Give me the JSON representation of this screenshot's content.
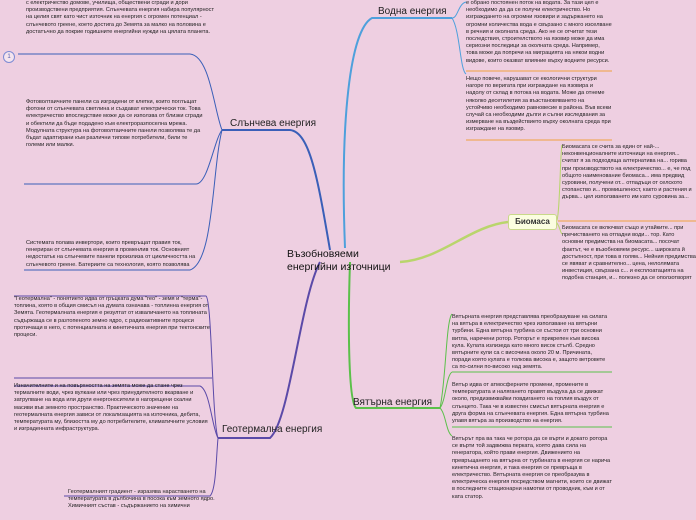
{
  "central": {
    "line1": "Възобновяеми",
    "line2": "енергийни източници"
  },
  "branches": {
    "water": "Водна енергия",
    "solar": "Слънчева енергия",
    "biomass": "Биомаса",
    "wind": "Вятърна енергия",
    "geo": "Геотермална енергия"
  },
  "collapse_marker": "1",
  "leaves": {
    "solar_top": "с електричество домове, училища, обществени сгради и дори производствени предприятия. Слънчевата енергия набира популярност на целия свят като чист източник на енергия с огромен потенциал - слънчевото греене, което достига до Земята за малко на половина е достатъчно да покрие годишните енергийни нужди на цялата планета.",
    "solar_mid": "Фотоволтаичните панели са изградени от клетки, които поглъщат фотони от слънчевата светлина и създават електрически ток. Това електричество впоследствие може да се използва от близки сгради и обектили да бъде подадено към електроразпоселна мрежа. Модулната структура на фотоволтаичните панели позволява те да бъдат адаптирани към различни типове потребители, били те големи или малки.",
    "solar_low": "Системата полава инвертори, които превръщат правия ток, генериран от слънчевата енергия в променлив ток. Основният недостатък на слънчевите панели произлиза от цикличността на слънчевото греене. Батериите са технология, която позволява на клиентите да съхраняват произведената през деня енергия за по-късно потребление.",
    "water_top": "е обрано постоянен поток на водата. За тази цел е необходимо да да се получи електричество. Но изграждането на огромни язовири и задържането на огромни количества вода е свързано с много изселване в речния и околната среда. Ако не се отчитат тези последствия, строителството на язовир може да има сериозни последици за околната среда. Например, това може да попречи на миграцията на някои водни видове, които оказват влияние върху водните ресурси.",
    "water_low": "Нещо повече, нарушават се екологични структури нагоре по веригата при изграждане на язовира и надолу от склад в потока на водата. Може да отнеме няколко десетилетия за възстановяването на устойчиво необходимо равновесие в района. Във всеки случай са необходими дълги и сълни изследвания за измерване на въздействието върху околната среда при изграждане на язовир.",
    "bio_top": "Биомасата се счита за един от най-... неконвенционалните източници на енергия... считат я за подходяща алтернатива на... горива при производството на електричество... е, че под общото наименование биомаса... има предвид суровини, получени от... отпадъци от селското стопанство и... промишленост, както и растения и дърва... цел използването им като суровина за...",
    "bio_low": "Биомасата се включват също и утайките... при пречистването на отпадни води... тор. Като основни предимства на биомасата... посочат фактът, че е възобновяем ресурс... широката й достъпност, при това в голям... Нейния предимства се явяват и сравнително... цена, нелолямата инвестиция, свързана с... и експлоатацията на подобна станция, и... полезно да се оползотворят част от... отпадъци.",
    "wind_1": "Вятърната енергия представлява преобразуване на силата на вятъра в електричество чрез използване на вятърни турбини. Една вятърна турбина се състои от три основни витла, наречени ротор. Роторът е прикрепен към висока кула. Кулата излизеда като много висок стълб. Средно вятърните кули са с височина около 20 м. Причината, поради която кулата е толкова висока е, защото ветровете са по-силни по-високо над земята.",
    "wind_2": "Вятър идва от атмосферните промени, промените в температурата и налягането правят въздуха да се движат около, предизвиквайки повдигането на топлия въздух от слънцето. Така че в известен смисъл вятърната енергия е друга форма на слънчевата енергия. Една вятърна турбина улавя вятъра за производство на енергия.",
    "wind_3": "Вятърът пра ва така че ротора да се върти и докато ротора се върти той задвижва перката, която дава сила на генератора, който прави енергия. Движението на превръщането на вятърна от турбината в енергия се нарича кинетична енергия, и така енергия се превръща в електричество. Вятърната енергия се преобразува в електрическа енергия посредством магнити, които се движат в последните стационарни намотки от проводник, към и от ката статор.",
    "geo_1": "\"Геотермална\" - понятието идва от гръцката дума \"гео\" - земя и \"терма\"- топлина, която в общия смисъл на думата означава - топлинна енергия от Земята. Геотермалната енергия е резултат от изваличането на топлината съдържаща се в разтопеното земно ядро, с радиоактивните процеси протичащи в него, с потенциалната и кинетичната енергия при тектонските процеси.",
    "geo_2": "Изначителните и на повърхността на земята може да стане чрез термалните води, чрез вулкани или чрез принудителното вкарване и затрупване на вода или други енергоносители в нагорещени скални масиви във земното пространство. Практическото значение на геотермалната енергия зависи от локализацията на източника, дебита, температурата му, близостта му до потребителите, климатичните условия и изграденната инфраструктура.",
    "geo_3": "Геотермалният градиент - изразява нарастването на температурата в дълбочина в посока към земното ядро. Химичният състав - съдържанието на химични"
  }
}
